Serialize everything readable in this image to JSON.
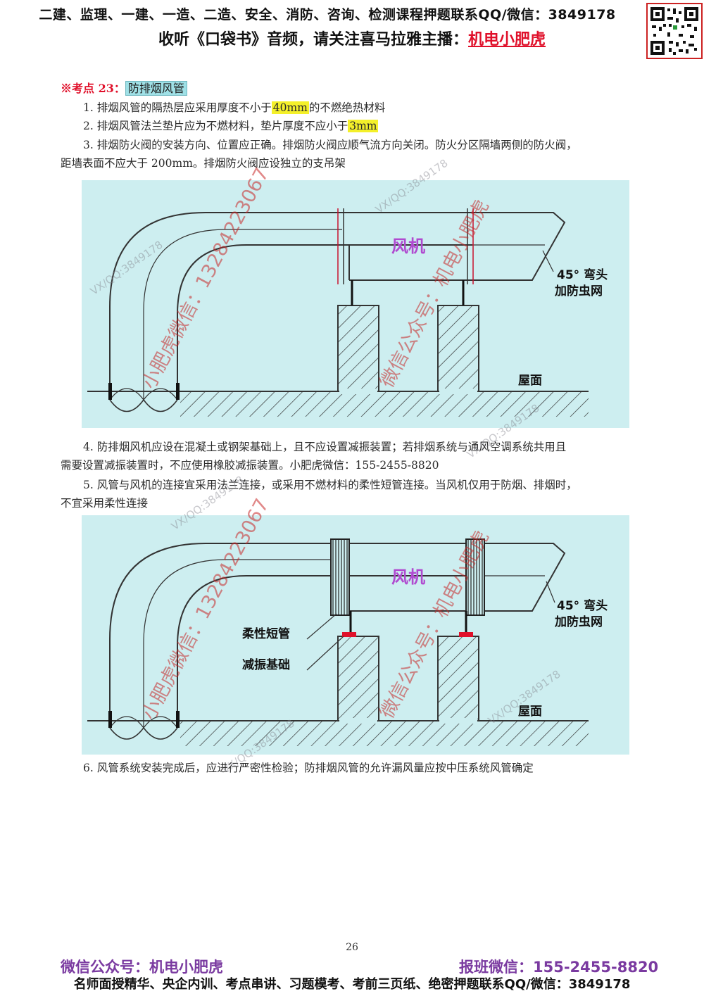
{
  "header": {
    "line1": "二建、监理、一建、一造、二造、安全、消防、咨询、检测课程押题联系QQ/微信：3849178",
    "line2_prefix": "收听《口袋书》音频，请关注喜马拉雅主播：",
    "line2_name": "机电小肥虎"
  },
  "section": {
    "marker": "※考点 23：",
    "title": "防排烟风管"
  },
  "items": {
    "p1_a": "1. 排烟风管的隔热层应采用厚度不小于",
    "p1_hl": "40mm",
    "p1_b": "的不燃绝热材料",
    "p2_a": "2. 排烟风管法兰垫片应为不燃材料，垫片厚度不应小于",
    "p2_hl": "3mm",
    "p3_a": "3. 排烟防火阀的安装方向、位置应正确。排烟防火阀应顺气流方向关闭。防火分区隔墙两侧的防火阀，",
    "p3_b": "距墙表面不应大于 200mm。排烟防火阀应设独立的支吊架",
    "p4_a": "4. 防排烟风机应设在混凝土或钢架基础上，且不应设置减振装置；若排烟系统与通风空调系统共用且",
    "p4_b": "需要设置减振装置时，不应使用橡胶减振装置。小肥虎微信：155-2455-8820",
    "p5_a": "5. 风管与风机的连接宜采用法兰连接，或采用不燃材料的柔性短管连接。当风机仅用于防烟、排烟时，",
    "p5_b": "不宜采用柔性连接",
    "p6": "6. 风管系统安装完成后，应进行严密性检验；防排烟风管的允许漏风量应按中压系统风管确定"
  },
  "figure1": {
    "fan_label": "风机",
    "elbow_label_1": "45° 弯头",
    "elbow_label_2": "加防虫网",
    "roof_label": "屋面"
  },
  "figure2": {
    "fan_label": "风机",
    "elbow_label_1": "45° 弯头",
    "elbow_label_2": "加防虫网",
    "roof_label": "屋面",
    "flex_label": "柔性短管",
    "base_label": "减振基础"
  },
  "watermarks": {
    "phone": "13284223067",
    "wechat_prefix": "小肥虎微信：",
    "official_prefix": "微信公众号：",
    "official_name": "机电小肥虎",
    "vxqq": "VX/QQ:3849178"
  },
  "page_number": "26",
  "footer": {
    "left": "微信公众号：机电小肥虎",
    "right": "报班微信：155-2455-8820",
    "line2": "名师面授精华、央企内训、考点串讲、习题模考、考前三页纸、绝密押题联系QQ/微信：3849178"
  }
}
